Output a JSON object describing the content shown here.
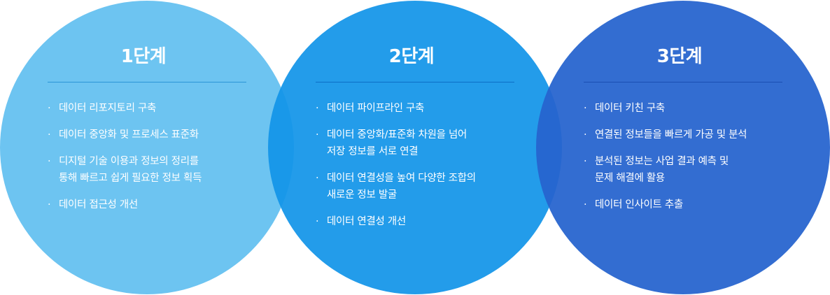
{
  "stages": [
    {
      "title": "1단계",
      "items": [
        [
          "데이터 리포지토리 구축"
        ],
        [
          "데이터 중앙화 및 프로세스 표준화"
        ],
        [
          "디지털 기술 이용과 정보의 정리를",
          "통해 빠르고 쉽게 필요한 정보 획득"
        ],
        [
          "데이터 접근성 개선"
        ]
      ]
    },
    {
      "title": "2단계",
      "items": [
        [
          "데이터 파이프라인 구축"
        ],
        [
          "데이터 중앙화/표준화 차원을 넘어",
          "저장 정보를 서로 연결"
        ],
        [
          "데이터 연결성을 높여 다양한 조합의",
          "새로운 정보 발굴"
        ],
        [
          "데이터 연결성 개선"
        ]
      ]
    },
    {
      "title": "3단계",
      "items": [
        [
          "데이터 키친 구축"
        ],
        [
          "연결된 정보들을 빠르게 가공 및 분석"
        ],
        [
          "분석된 정보는 사업 결과 예측 및",
          "문제 해결에 활용"
        ],
        [
          "데이터 인사이트 추출"
        ]
      ]
    }
  ],
  "colors": {
    "stage1": "#6dc4f1",
    "stage2": "#1294e8",
    "stage3": "#2664ce",
    "text": "#ffffff"
  }
}
